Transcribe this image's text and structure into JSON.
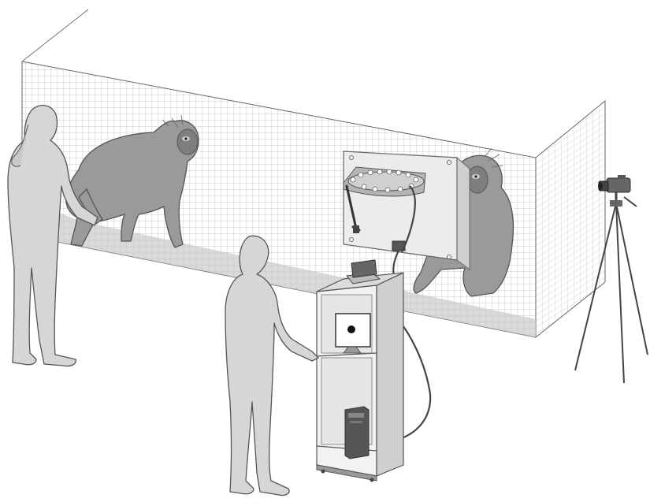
{
  "scene": {
    "colors": {
      "background": "#ffffff",
      "enclosure_wall": "#ffffff",
      "mesh": "#bdbdbd",
      "floor_shadow": "#c9c9c9",
      "person_fill": "#d6d6d6",
      "ape_fill": "#9a9a9a",
      "outline": "#555555",
      "screen_dot": "#111111",
      "panel": "#ececec"
    },
    "icons": [
      "mesh-enclosure",
      "ape-walking",
      "ape-sitting",
      "person-standing-left",
      "person-standing-front",
      "response-panel",
      "equipment-cabinet",
      "laptop",
      "monitor",
      "computer-tower",
      "video-camera",
      "tripod",
      "cable"
    ]
  }
}
